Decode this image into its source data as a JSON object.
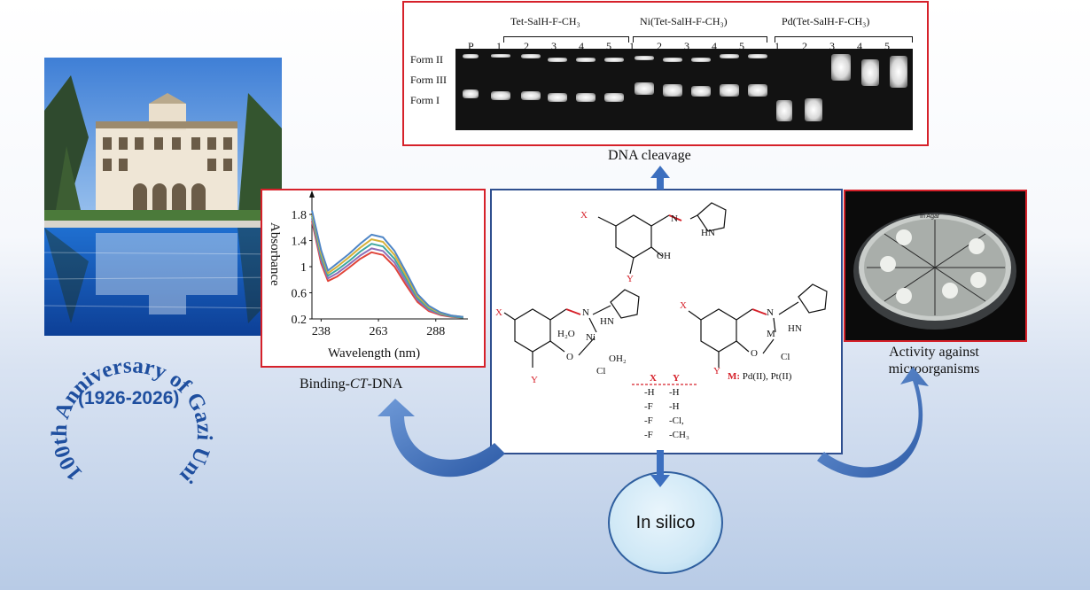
{
  "gel": {
    "headers": [
      {
        "label": "Tet-SalH-F-CH₃"
      },
      {
        "label": "Ni(Tet-SalH-F-CH₃)"
      },
      {
        "label": "Pd(Tet-SalH-F-CH₃)"
      }
    ],
    "lane_p": "P",
    "lane_numbers": [
      "1",
      "2",
      "3",
      "4",
      "5"
    ],
    "forms": [
      "Form II",
      "Form III",
      "Form I"
    ],
    "caption": "DNA cleavage"
  },
  "binding": {
    "caption_pre": "Binding-",
    "caption_em": "CT",
    "caption_post": "-DNA"
  },
  "chart_data": {
    "type": "line",
    "xlabel": "Wavelength (nm)",
    "ylabel": "Absorbance",
    "xlim": [
      234,
      302
    ],
    "ylim": [
      0.2,
      1.95
    ],
    "xticks": [
      238,
      263,
      288
    ],
    "yticks": [
      0.2,
      0.6,
      1,
      1.4,
      1.8
    ],
    "x": [
      234,
      238,
      241,
      245,
      250,
      255,
      260,
      265,
      270,
      275,
      280,
      285,
      290,
      295,
      300
    ],
    "series": [
      {
        "color": "#e0453a",
        "values": [
          1.7,
          1.05,
          0.78,
          0.85,
          0.98,
          1.12,
          1.22,
          1.18,
          1.0,
          0.72,
          0.46,
          0.32,
          0.26,
          0.23,
          0.22
        ]
      },
      {
        "color": "#8e6fb8",
        "values": [
          1.74,
          1.1,
          0.82,
          0.9,
          1.03,
          1.17,
          1.28,
          1.24,
          1.06,
          0.77,
          0.49,
          0.34,
          0.27,
          0.24,
          0.22
        ]
      },
      {
        "color": "#3fa7a0",
        "values": [
          1.78,
          1.15,
          0.86,
          0.95,
          1.08,
          1.23,
          1.35,
          1.31,
          1.12,
          0.82,
          0.52,
          0.36,
          0.28,
          0.24,
          0.22
        ]
      },
      {
        "color": "#d6b13a",
        "values": [
          1.82,
          1.2,
          0.9,
          1.0,
          1.14,
          1.29,
          1.42,
          1.38,
          1.18,
          0.87,
          0.55,
          0.38,
          0.29,
          0.25,
          0.23
        ]
      },
      {
        "color": "#4f86c6",
        "values": [
          1.86,
          1.25,
          0.94,
          1.05,
          1.19,
          1.35,
          1.49,
          1.45,
          1.24,
          0.92,
          0.58,
          0.4,
          0.3,
          0.25,
          0.23
        ]
      }
    ]
  },
  "center": {
    "x_label": "X",
    "y_label": "Y",
    "hn_label": "HN",
    "n_label": "N",
    "oh_label": "OH",
    "o_label": "O",
    "ni_label": "Ni",
    "m_label": "M",
    "cl_label": "Cl",
    "h2o_label": "H₂O",
    "oh2_label": "OH₂",
    "m_note_key": "M:",
    "m_note_val": "Pd(II), Pt(II)",
    "substituents": [
      {
        "x": "-H",
        "y": "-H"
      },
      {
        "x": "-F",
        "y": "-H"
      },
      {
        "x": "-F",
        "y": "-Cl,"
      },
      {
        "x": "-F",
        "y": "-CH₃"
      }
    ]
  },
  "activity": {
    "line1": "Activity against",
    "line2": "microorganisms",
    "dish_text": "In Agar"
  },
  "insilico": {
    "label": "In silico"
  },
  "anniversary": {
    "ring_text": "100th Anniversary of Gazi University",
    "years": "(1926-2026)"
  },
  "colors": {
    "accent_red": "#d6212a",
    "frame_blue": "#2f4f8f",
    "arrow_blue": "#3c6fbf"
  }
}
